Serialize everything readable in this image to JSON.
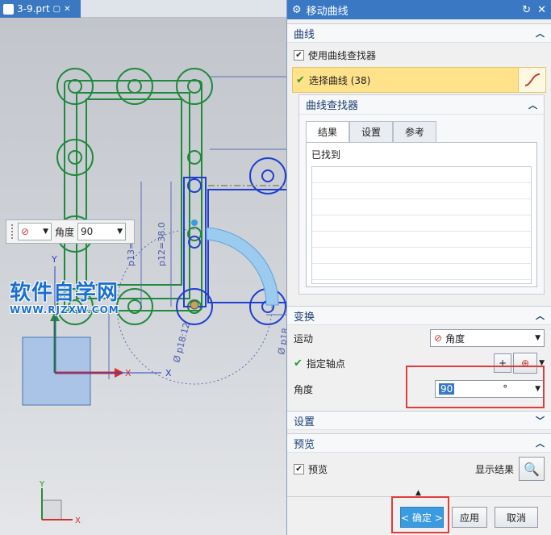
{
  "document": {
    "tab_title": "3-9.prt"
  },
  "canvas": {
    "float_toolbar": {
      "angle_label": "角度",
      "angle_value": "90"
    },
    "watermark": {
      "line1": "软件自学网",
      "line2": "WWW.RJZXW.COM"
    },
    "dims": {
      "d1": "p13=44.0",
      "d2": "p12=38.0",
      "d3": "Ø p18:12",
      "d4": "Ø p18"
    },
    "axes": {
      "x": "X",
      "y": "Y"
    }
  },
  "dialog": {
    "title": "移动曲线",
    "curve_section": {
      "header": "曲线",
      "use_finder_label": "使用曲线查找器",
      "select_curve_label": "选择曲线 (38)",
      "finder": {
        "header": "曲线查找器",
        "tabs": [
          "结果",
          "设置",
          "参考"
        ],
        "found_label": "已找到"
      }
    },
    "transform_section": {
      "header": "变换",
      "motion_label": "运动",
      "motion_value": "角度",
      "axis_point_label": "指定轴点",
      "angle_label": "角度",
      "angle_value": "90",
      "angle_unit": "°"
    },
    "settings_section": {
      "header": "设置"
    },
    "preview_section": {
      "header": "预览",
      "preview_label": "预览",
      "show_result_label": "显示结果"
    },
    "buttons": {
      "ok": "< 确定 >",
      "apply": "应用",
      "cancel": "取消"
    }
  },
  "colors": {
    "accent": "#3a78c4",
    "highlight": "#ffe28a",
    "callout": "#e03c3c",
    "sketch_green": "#1f8a3c",
    "sketch_blue": "#1f3fcf"
  }
}
